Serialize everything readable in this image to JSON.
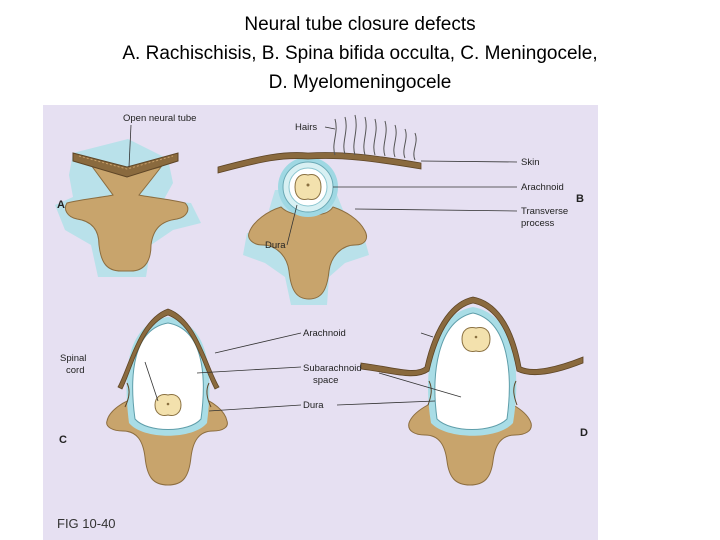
{
  "title": {
    "line1": "Neural tube closure defects",
    "line2": "A.  Rachischisis, B.  Spina bifida occulta, C.  Meningocele,",
    "line3": "D.  Myelomeningocele"
  },
  "figure": {
    "panel_letters": {
      "a": "A",
      "b": "B",
      "c": "C",
      "d": "D"
    },
    "labels": {
      "open_neural_tube": "Open neural tube",
      "hairs": "Hairs",
      "skin": "Skin",
      "arachnoid_b": "Arachnoid",
      "transverse_process_1": "Transverse",
      "transverse_process_2": "process",
      "dura_b": "Dura",
      "arachnoid_cd": "Arachnoid",
      "spinal_cord_1": "Spinal",
      "spinal_cord_2": "cord",
      "subarachnoid_1": "Subarachnoid",
      "subarachnoid_2": "space",
      "dura_cd": "Dura"
    },
    "fig_number": "FIG 10-40",
    "colors": {
      "background": "#e6e0f2",
      "bone": "#c8a46c",
      "skin": "#8a6a3e",
      "meninges_glow": "#a9dde6",
      "cord": "#f3e1ad"
    }
  }
}
